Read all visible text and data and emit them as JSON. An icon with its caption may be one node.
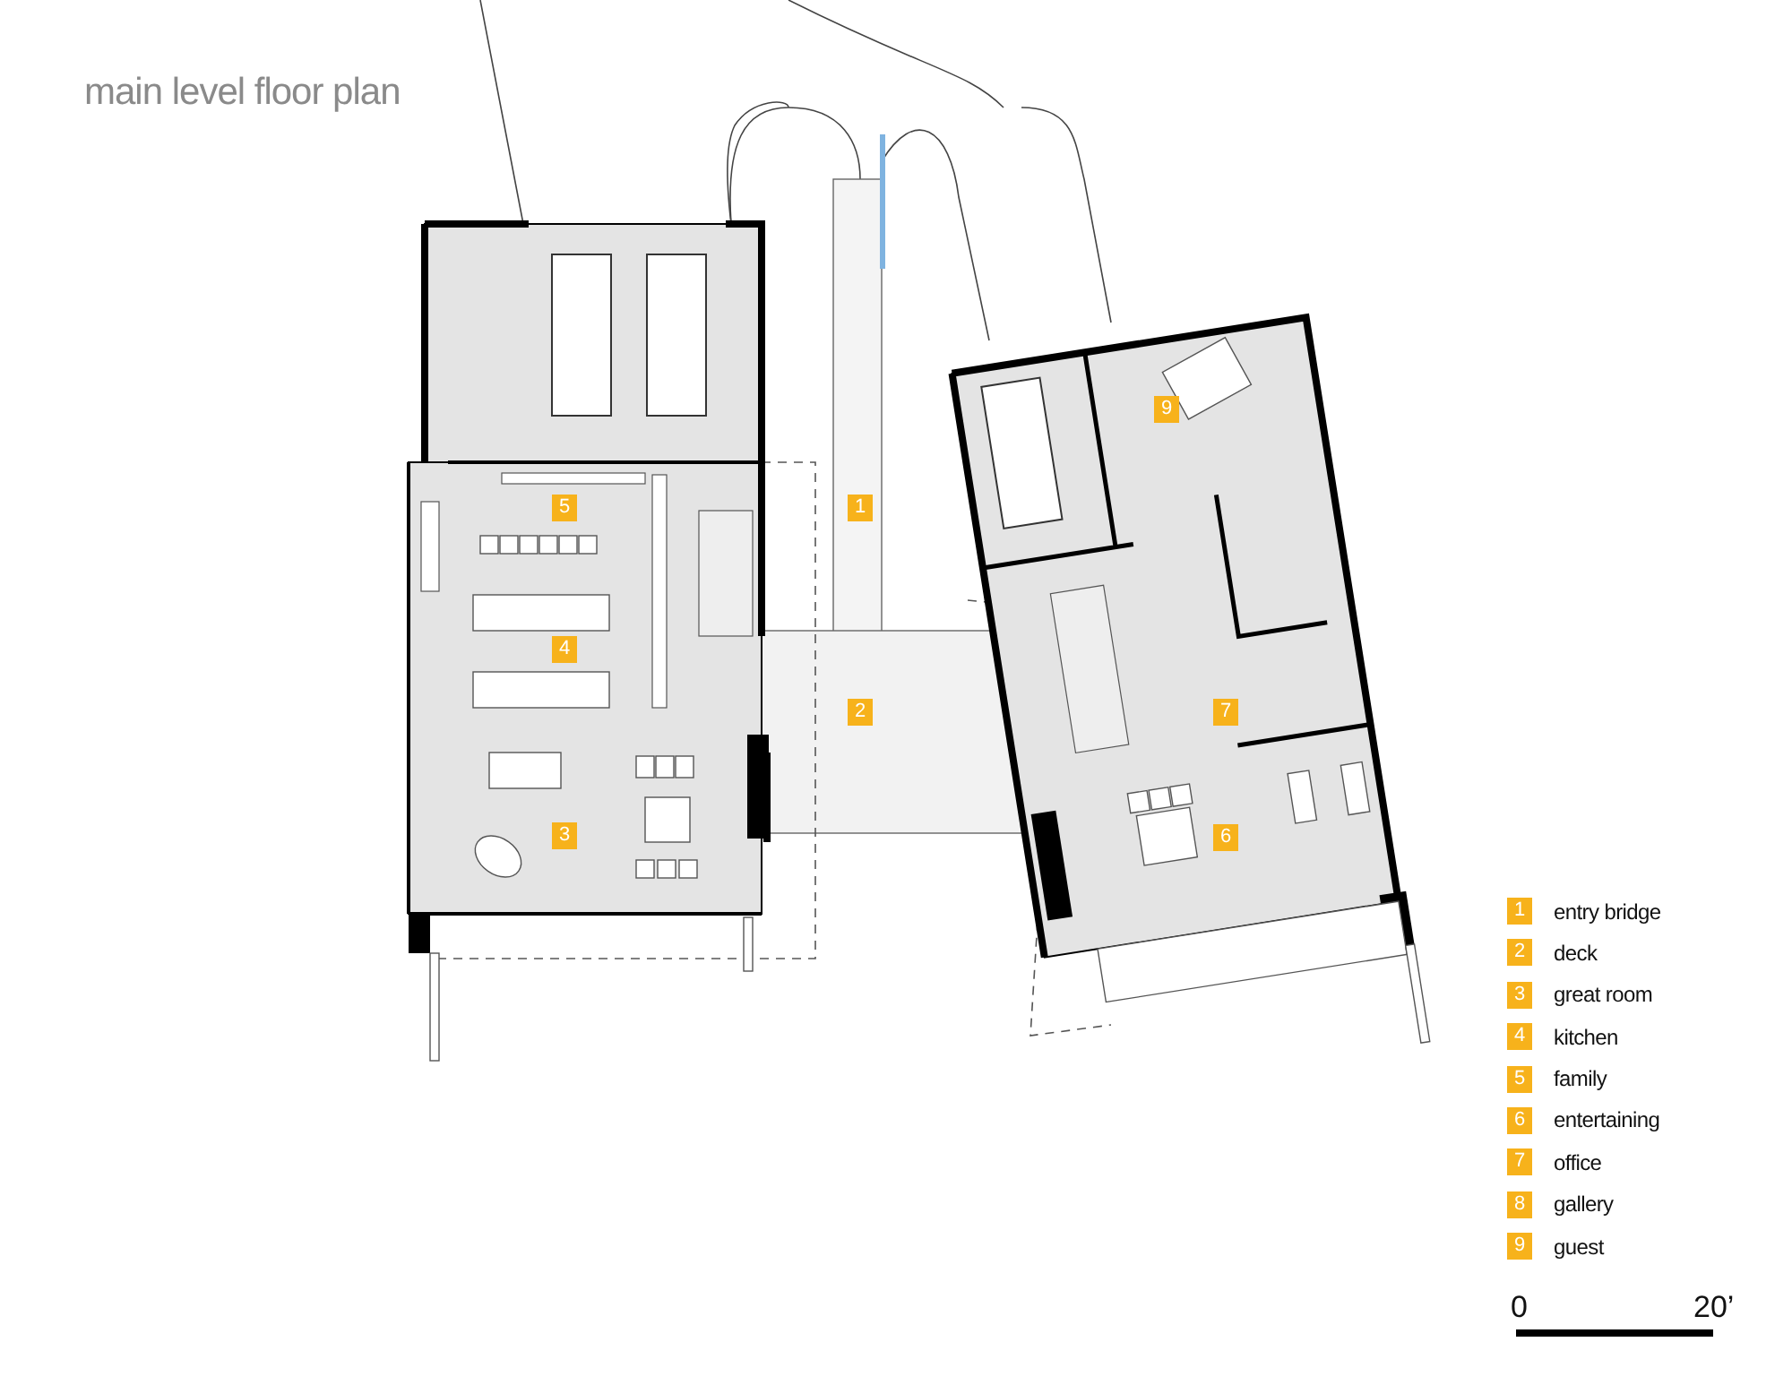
{
  "diagram": {
    "title": "main level floor plan",
    "labels": [
      "9",
      "5",
      "1",
      "4",
      "2",
      "7",
      "3",
      "6",
      "1",
      "2",
      "3",
      "4",
      "5",
      "6",
      "7",
      "8",
      "9",
      "0",
      "20’"
    ],
    "legend": [
      {
        "text": "entry bridge",
        "color": "#f7b21b"
      },
      {
        "text": "deck",
        "color": "#f7b21b"
      },
      {
        "text": "great room",
        "color": "#f7b21b"
      },
      {
        "text": "kitchen",
        "color": "#f7b21b"
      },
      {
        "text": "family",
        "color": "#f7b21b"
      },
      {
        "text": "entertaining",
        "color": "#f7b21b"
      },
      {
        "text": "office",
        "color": "#f7b21b"
      },
      {
        "text": "gallery",
        "color": "#f7b21b"
      },
      {
        "text": "guest",
        "color": "#f7b21b"
      }
    ]
  }
}
